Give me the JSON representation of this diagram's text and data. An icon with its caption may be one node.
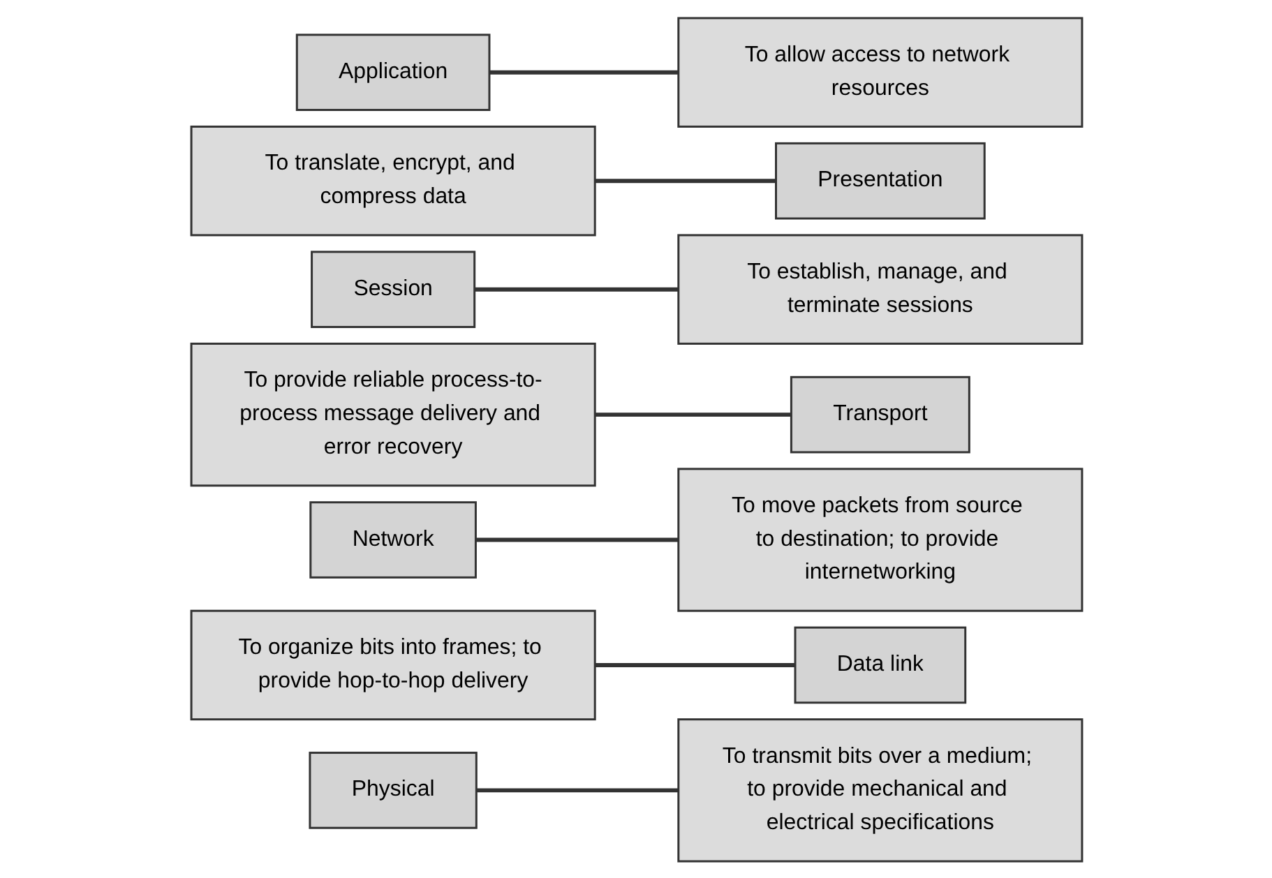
{
  "diagram": {
    "nodes": [
      {
        "text": [
          "Application"
        ]
      },
      {
        "text": [
          "To allow access to network resources"
        ]
      },
      {
        "text": [
          "To translate, encrypt, and compress data"
        ]
      },
      {
        "text": [
          "Presentation"
        ]
      },
      {
        "text": [
          "Session"
        ]
      },
      {
        "text": [
          "To establish, manage, and terminate sessions"
        ]
      },
      {
        "text": [
          "To provide reliable process-to-process message delivery and error recovery"
        ]
      },
      {
        "text": [
          "Transport"
        ]
      },
      {
        "text": [
          "Network"
        ]
      },
      {
        "text": [
          "To move packets from source to destination; to provide internetworking"
        ]
      },
      {
        "text": [
          "To organize bits into frames; to provide hop-to-hop delivery"
        ]
      },
      {
        "text": [
          "Data link"
        ]
      },
      {
        "text": [
          "Physical"
        ]
      },
      {
        "text": [
          "To transmit bits over a medium; to provide mechanical and electrical specifications"
        ]
      }
    ],
    "edges": [
      {
        "from": 0,
        "to": 1,
        "arrow": "none"
      },
      {
        "from": 2,
        "to": 3,
        "arrow": "none"
      },
      {
        "from": 4,
        "to": 5,
        "arrow": "none"
      },
      {
        "from": 6,
        "to": 7,
        "arrow": "none"
      },
      {
        "from": 8,
        "to": 9,
        "arrow": "none"
      },
      {
        "from": 10,
        "to": 11,
        "arrow": "none"
      },
      {
        "from": 12,
        "to": 13,
        "arrow": "none"
      }
    ]
  }
}
